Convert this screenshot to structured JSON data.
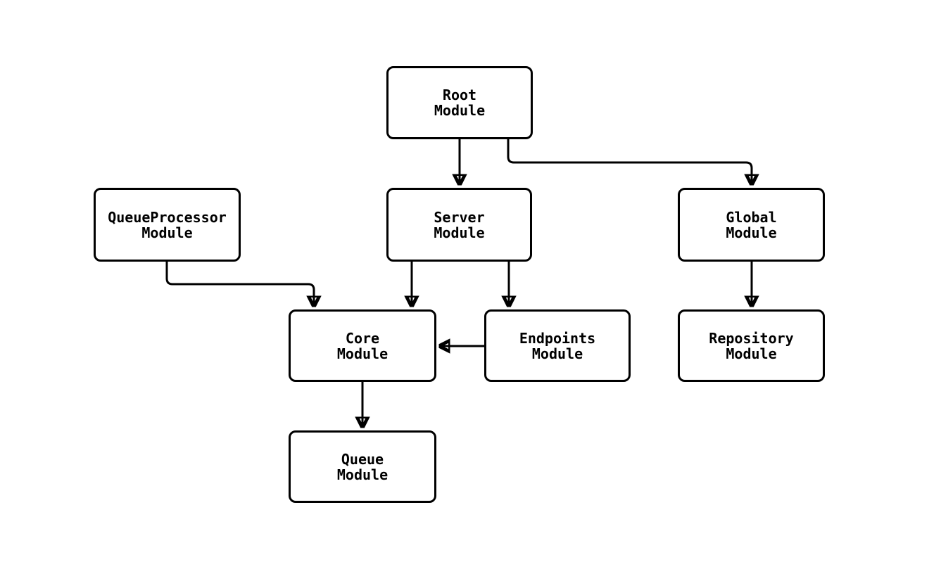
{
  "diagram": {
    "type": "module-dependency-flowchart",
    "background": "#ffffff",
    "colors": {
      "node_border": "#000000",
      "node_fill": "#ffffff",
      "edge": "#000000",
      "text": "#000000"
    },
    "nodes": {
      "root": {
        "label": "Root\nModule"
      },
      "queueprocessor": {
        "label": "QueueProcessor\nModule"
      },
      "server": {
        "label": "Server\nModule"
      },
      "global": {
        "label": "Global\nModule"
      },
      "core": {
        "label": "Core\nModule"
      },
      "endpoints": {
        "label": "Endpoints\nModule"
      },
      "repository": {
        "label": "Repository\nModule"
      },
      "queue": {
        "label": "Queue\nModule"
      }
    },
    "edges": [
      {
        "from": "Root Module",
        "to": "Server Module"
      },
      {
        "from": "Root Module",
        "to": "Global Module"
      },
      {
        "from": "QueueProcessor Module",
        "to": "Core Module"
      },
      {
        "from": "Server Module",
        "to": "Core Module"
      },
      {
        "from": "Server Module",
        "to": "Endpoints Module"
      },
      {
        "from": "Endpoints Module",
        "to": "Core Module"
      },
      {
        "from": "Global Module",
        "to": "Repository Module"
      },
      {
        "from": "Core Module",
        "to": "Queue Module"
      }
    ]
  }
}
